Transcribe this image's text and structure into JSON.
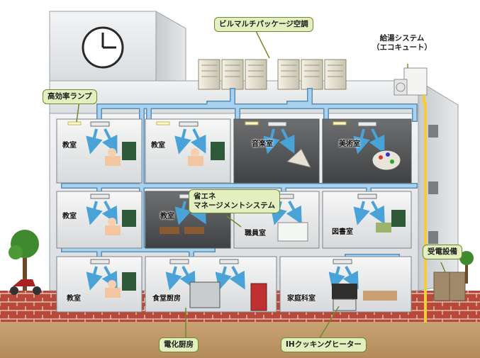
{
  "labels": {
    "aircon": "ビルマルチパッケージ空調",
    "water_heater_line1": "給湯システム",
    "water_heater_line2": "（エコキュート）",
    "lamp": "高効率ランプ",
    "ems_line1": "省エネ",
    "ems_line2": "マネージメントシステム",
    "power_receiving": "受電設備",
    "electric_kitchen": "電化厨房",
    "ih_heater": "IHクッキングヒーター"
  },
  "rooms": [
    {
      "floor": 3,
      "label": "教室"
    },
    {
      "floor": 3,
      "label": "教室"
    },
    {
      "floor": 3,
      "label": "音楽室"
    },
    {
      "floor": 3,
      "label": "美術室"
    },
    {
      "floor": 2,
      "label": "教室"
    },
    {
      "floor": 2,
      "label": "教室"
    },
    {
      "floor": 2,
      "label": "職員室"
    },
    {
      "floor": 2,
      "label": "図書室"
    },
    {
      "floor": 1,
      "label": "教室"
    },
    {
      "floor": 1,
      "label": "食堂厨房"
    },
    {
      "floor": 1,
      "label": "家庭科室"
    }
  ],
  "colors": {
    "duct": "#9ec9e6",
    "duct_edge": "#5a8fb5",
    "power_line": "#f2cc3c",
    "callout_fill": "#e3efbf",
    "callout_border": "#6e8a2e",
    "brick": "#b8483a",
    "soil": "#c7a173",
    "wall": "#e4e6e8"
  },
  "icons": [
    "clock-icon",
    "outdoor-unit-icon",
    "water-heater-icon",
    "ceiling-ac-icon",
    "airflow-arrow-icon",
    "tree-icon",
    "scooter-icon",
    "power-cabinet-icon"
  ]
}
